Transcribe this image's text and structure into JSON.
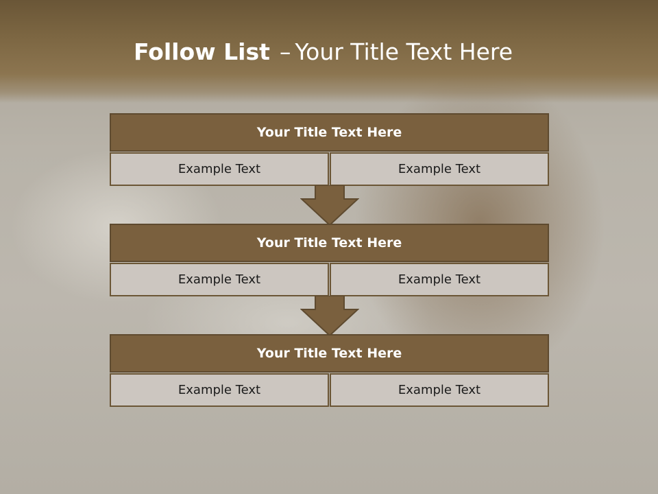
{
  "slide": {
    "title_bold": "Follow List",
    "title_separator": "–",
    "title_rest": "Your Title Text Here",
    "steps": [
      {
        "heading": "Your Title Text Here",
        "left": "Example Text",
        "right": "Example Text"
      },
      {
        "heading": "Your Title Text Here",
        "left": "Example Text",
        "right": "Example Text"
      },
      {
        "heading": "Your Title Text Here",
        "left": "Example Text",
        "right": "Example Text"
      }
    ]
  },
  "colors": {
    "header_fill": "#7a603e",
    "cell_fill": "#ccc6c0",
    "arrow_fill": "#7a603e",
    "band_top": "#6a5637"
  },
  "icons": [
    "down-arrow-icon"
  ]
}
